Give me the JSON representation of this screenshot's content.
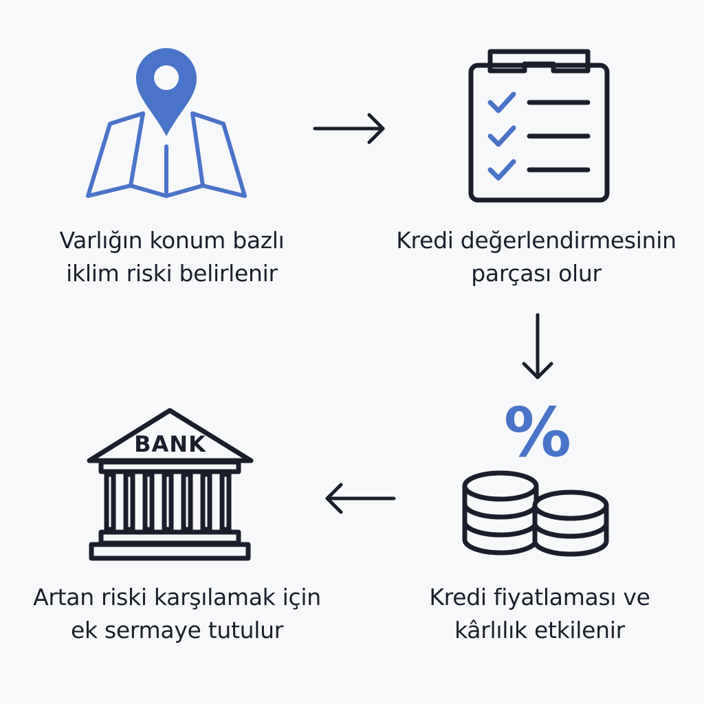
{
  "colors": {
    "accent": "#4a74c9",
    "ink": "#1b1f2b",
    "background": "#f7f8fa"
  },
  "steps": [
    {
      "icon": "map-pin-icon",
      "lines": [
        "Varlığın konum bazlı",
        "iklim riski belirlenir"
      ]
    },
    {
      "icon": "clipboard-checklist-icon",
      "lines": [
        "Kredi değerlendirmesinin",
        "parçası olur"
      ]
    },
    {
      "icon": "percent-coins-icon",
      "percent_symbol": "%",
      "lines": [
        "Kredi fiyatlaması ve",
        "kârlılık etkilenir"
      ]
    },
    {
      "icon": "bank-building-icon",
      "sign_text": "BANK",
      "lines": [
        "Artan riski karşılamak için",
        "ek sermaye tutulur"
      ]
    }
  ],
  "arrows": [
    "right-arrow-icon",
    "down-arrow-icon",
    "left-arrow-icon"
  ]
}
